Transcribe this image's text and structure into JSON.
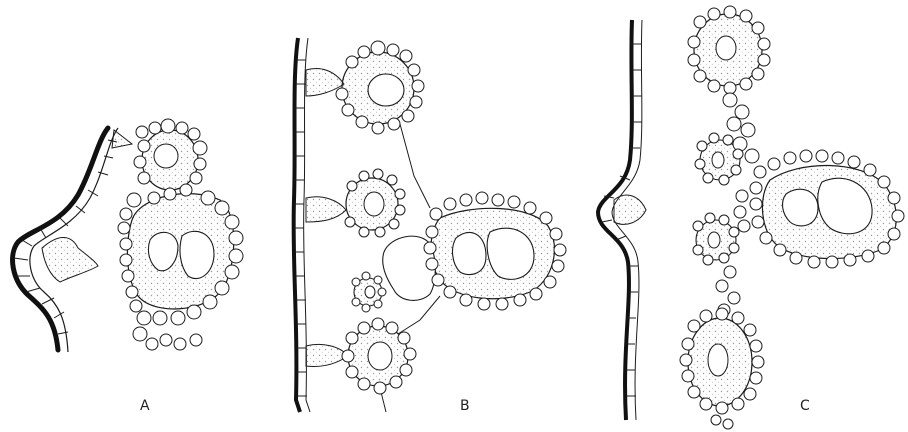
{
  "figure": {
    "panels": [
      {
        "id": "A",
        "label": "A"
      },
      {
        "id": "B",
        "label": "B"
      },
      {
        "id": "C",
        "label": "C"
      }
    ],
    "colors": {
      "paper": "#ffffff",
      "ink": "#1c1c1c",
      "cuticle": "#111111",
      "stipple": "#d9d9d9",
      "cell_fill": "#ffffff"
    }
  }
}
